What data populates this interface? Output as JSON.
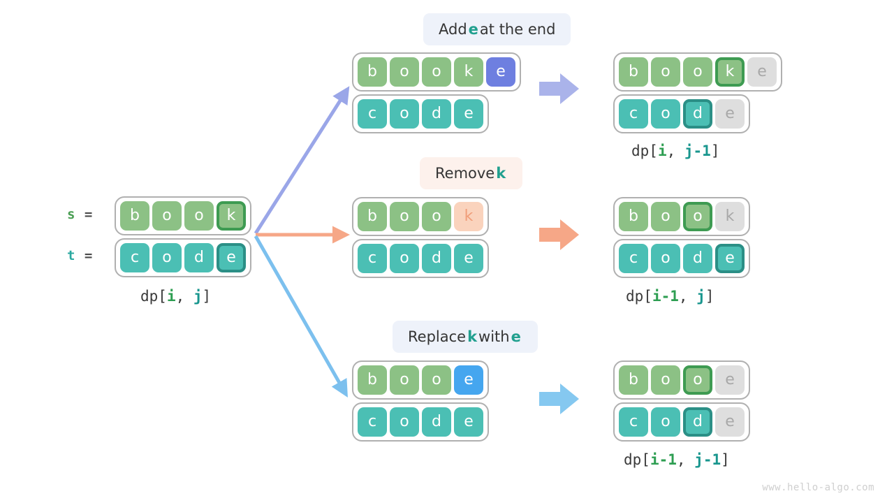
{
  "watermark": "www.hello-algo.com",
  "source": {
    "label_s": "s",
    "label_t": "t",
    "equals": "=",
    "caption": {
      "pre": "dp[",
      "i": "i",
      "sep": ", ",
      "j": "j",
      "post": "]"
    },
    "row_s": [
      {
        "char": "b",
        "style": "green"
      },
      {
        "char": "o",
        "style": "green"
      },
      {
        "char": "o",
        "style": "green"
      },
      {
        "char": "k",
        "style": "green-highlight"
      }
    ],
    "row_t": [
      {
        "char": "c",
        "style": "teal"
      },
      {
        "char": "o",
        "style": "teal"
      },
      {
        "char": "d",
        "style": "teal"
      },
      {
        "char": "e",
        "style": "teal-highlight"
      }
    ]
  },
  "branches": [
    {
      "id": "add",
      "pill": {
        "pre": "Add ",
        "em": "e",
        "post": " at the end",
        "tone": "blue"
      },
      "arrow_color": "#9aa6e8",
      "block_arrow_color": "#aab3ea",
      "before": {
        "row_s": [
          {
            "char": "b",
            "style": "green"
          },
          {
            "char": "o",
            "style": "green"
          },
          {
            "char": "o",
            "style": "green"
          },
          {
            "char": "k",
            "style": "green"
          },
          {
            "char": "e",
            "style": "purple"
          }
        ],
        "row_t": [
          {
            "char": "c",
            "style": "teal"
          },
          {
            "char": "o",
            "style": "teal"
          },
          {
            "char": "d",
            "style": "teal"
          },
          {
            "char": "e",
            "style": "teal"
          }
        ]
      },
      "after": {
        "row_s": [
          {
            "char": "b",
            "style": "green"
          },
          {
            "char": "o",
            "style": "green"
          },
          {
            "char": "o",
            "style": "green"
          },
          {
            "char": "k",
            "style": "green-highlight"
          },
          {
            "char": "e",
            "style": "faded"
          }
        ],
        "row_t": [
          {
            "char": "c",
            "style": "teal"
          },
          {
            "char": "o",
            "style": "teal"
          },
          {
            "char": "d",
            "style": "teal-highlight"
          },
          {
            "char": "e",
            "style": "faded"
          }
        ],
        "caption": {
          "pre": "dp[",
          "i": "i",
          "sep": ", ",
          "j": "j-1",
          "post": "]"
        }
      }
    },
    {
      "id": "remove",
      "pill": {
        "pre": "Remove ",
        "em": "k",
        "post": "",
        "tone": "peach"
      },
      "arrow_color": "#f6a787",
      "block_arrow_color": "#f6a787",
      "before": {
        "row_s": [
          {
            "char": "b",
            "style": "green"
          },
          {
            "char": "o",
            "style": "green"
          },
          {
            "char": "o",
            "style": "green"
          },
          {
            "char": "k",
            "style": "peach"
          }
        ],
        "row_t": [
          {
            "char": "c",
            "style": "teal"
          },
          {
            "char": "o",
            "style": "teal"
          },
          {
            "char": "d",
            "style": "teal"
          },
          {
            "char": "e",
            "style": "teal"
          }
        ]
      },
      "after": {
        "row_s": [
          {
            "char": "b",
            "style": "green"
          },
          {
            "char": "o",
            "style": "green"
          },
          {
            "char": "o",
            "style": "green-highlight"
          },
          {
            "char": "k",
            "style": "faded"
          }
        ],
        "row_t": [
          {
            "char": "c",
            "style": "teal"
          },
          {
            "char": "o",
            "style": "teal"
          },
          {
            "char": "d",
            "style": "teal"
          },
          {
            "char": "e",
            "style": "teal-highlight"
          }
        ],
        "caption": {
          "pre": "dp[",
          "i": "i-1",
          "sep": ", ",
          "j": "j",
          "post": "]"
        }
      }
    },
    {
      "id": "replace",
      "pill": {
        "pre": "Replace ",
        "em": "k",
        "mid": " with ",
        "em2": "e",
        "post": "",
        "tone": "blue"
      },
      "arrow_color": "#7cc0ee",
      "block_arrow_color": "#85c8f0",
      "before": {
        "row_s": [
          {
            "char": "b",
            "style": "green"
          },
          {
            "char": "o",
            "style": "green"
          },
          {
            "char": "o",
            "style": "green"
          },
          {
            "char": "e",
            "style": "blue"
          }
        ],
        "row_t": [
          {
            "char": "c",
            "style": "teal"
          },
          {
            "char": "o",
            "style": "teal"
          },
          {
            "char": "d",
            "style": "teal"
          },
          {
            "char": "e",
            "style": "teal"
          }
        ]
      },
      "after": {
        "row_s": [
          {
            "char": "b",
            "style": "green"
          },
          {
            "char": "o",
            "style": "green"
          },
          {
            "char": "o",
            "style": "green-highlight"
          },
          {
            "char": "e",
            "style": "faded"
          }
        ],
        "row_t": [
          {
            "char": "c",
            "style": "teal"
          },
          {
            "char": "o",
            "style": "teal"
          },
          {
            "char": "d",
            "style": "teal-highlight"
          },
          {
            "char": "e",
            "style": "faded"
          }
        ],
        "caption": {
          "pre": "dp[",
          "i": "i-1",
          "sep": ", ",
          "j": "j-1",
          "post": "]"
        }
      }
    }
  ]
}
